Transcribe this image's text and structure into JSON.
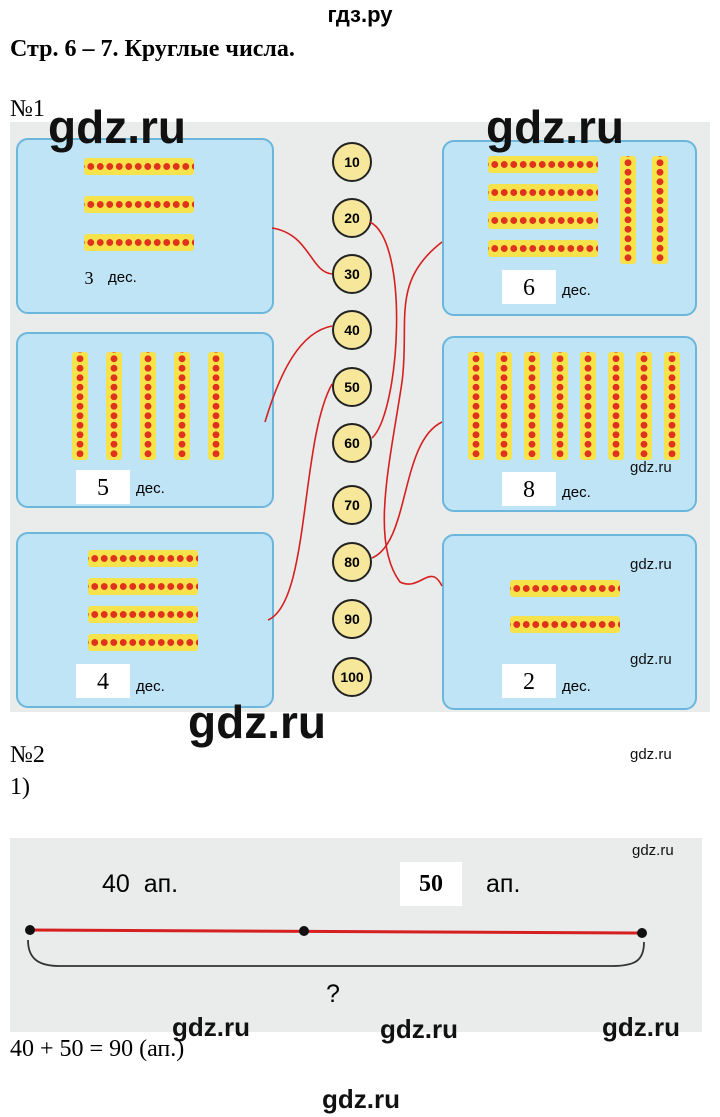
{
  "site_header": "гдз.ру",
  "heading": "Стр. 6 – 7. Круглые числа.",
  "task1": {
    "number": "№1",
    "circles": [
      "10",
      "20",
      "30",
      "40",
      "50",
      "60",
      "70",
      "80",
      "90",
      "100"
    ],
    "cards": [
      {
        "answer": "3",
        "unit": "дес."
      },
      {
        "answer": "6",
        "unit": "дес."
      },
      {
        "answer": "5",
        "unit": "дес."
      },
      {
        "answer": "8",
        "unit": "дес."
      },
      {
        "answer": "4",
        "unit": "дес."
      },
      {
        "answer": "2",
        "unit": "дес."
      }
    ],
    "line_color": "#d61f1f"
  },
  "task2": {
    "number": "№2",
    "sub_number": "1)",
    "left_value": "40",
    "left_unit": "ап.",
    "right_answer": "50",
    "right_unit": "ап.",
    "question": "?",
    "equation": "40 + 50 = 90 (ап.)"
  },
  "watermarks": {
    "big": "gdz.ru",
    "small": "gdz.ru"
  },
  "colors": {
    "card_fill": "#bfe4f6",
    "card_border": "#6ab6dc",
    "rod": "#f6e24a",
    "bead": "#e0331e",
    "circle_fill": "#f6e79b"
  }
}
